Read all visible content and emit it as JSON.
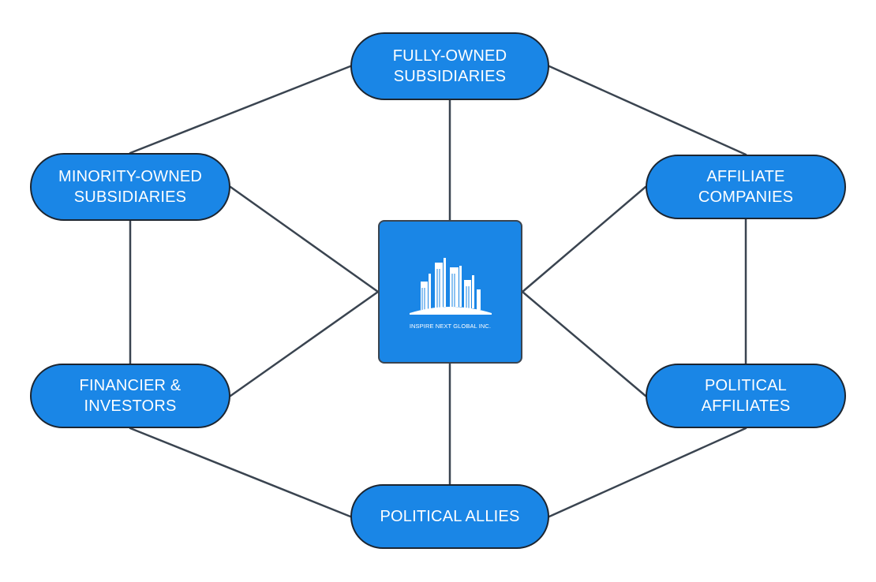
{
  "diagram": {
    "center": {
      "logo_text": "INSPIRE NEXT GLOBAL INC.",
      "logo_icon": "city-skyline-icon"
    },
    "nodes": {
      "fully_owned": "FULLY-OWNED\nSUBSIDIARIES",
      "minority_owned": "MINORITY-OWNED\nSUBSIDIARIES",
      "affiliate": "AFFILIATE\nCOMPANIES",
      "financier": "FINANCIER &\nINVESTORS",
      "political_affiliates": "POLITICAL\nAFFILIATES",
      "political_allies": "POLITICAL ALLIES"
    },
    "colors": {
      "node_fill": "#1a86e6",
      "node_border": "#1c2530",
      "connector": "#3a4450",
      "text": "#ffffff"
    }
  }
}
